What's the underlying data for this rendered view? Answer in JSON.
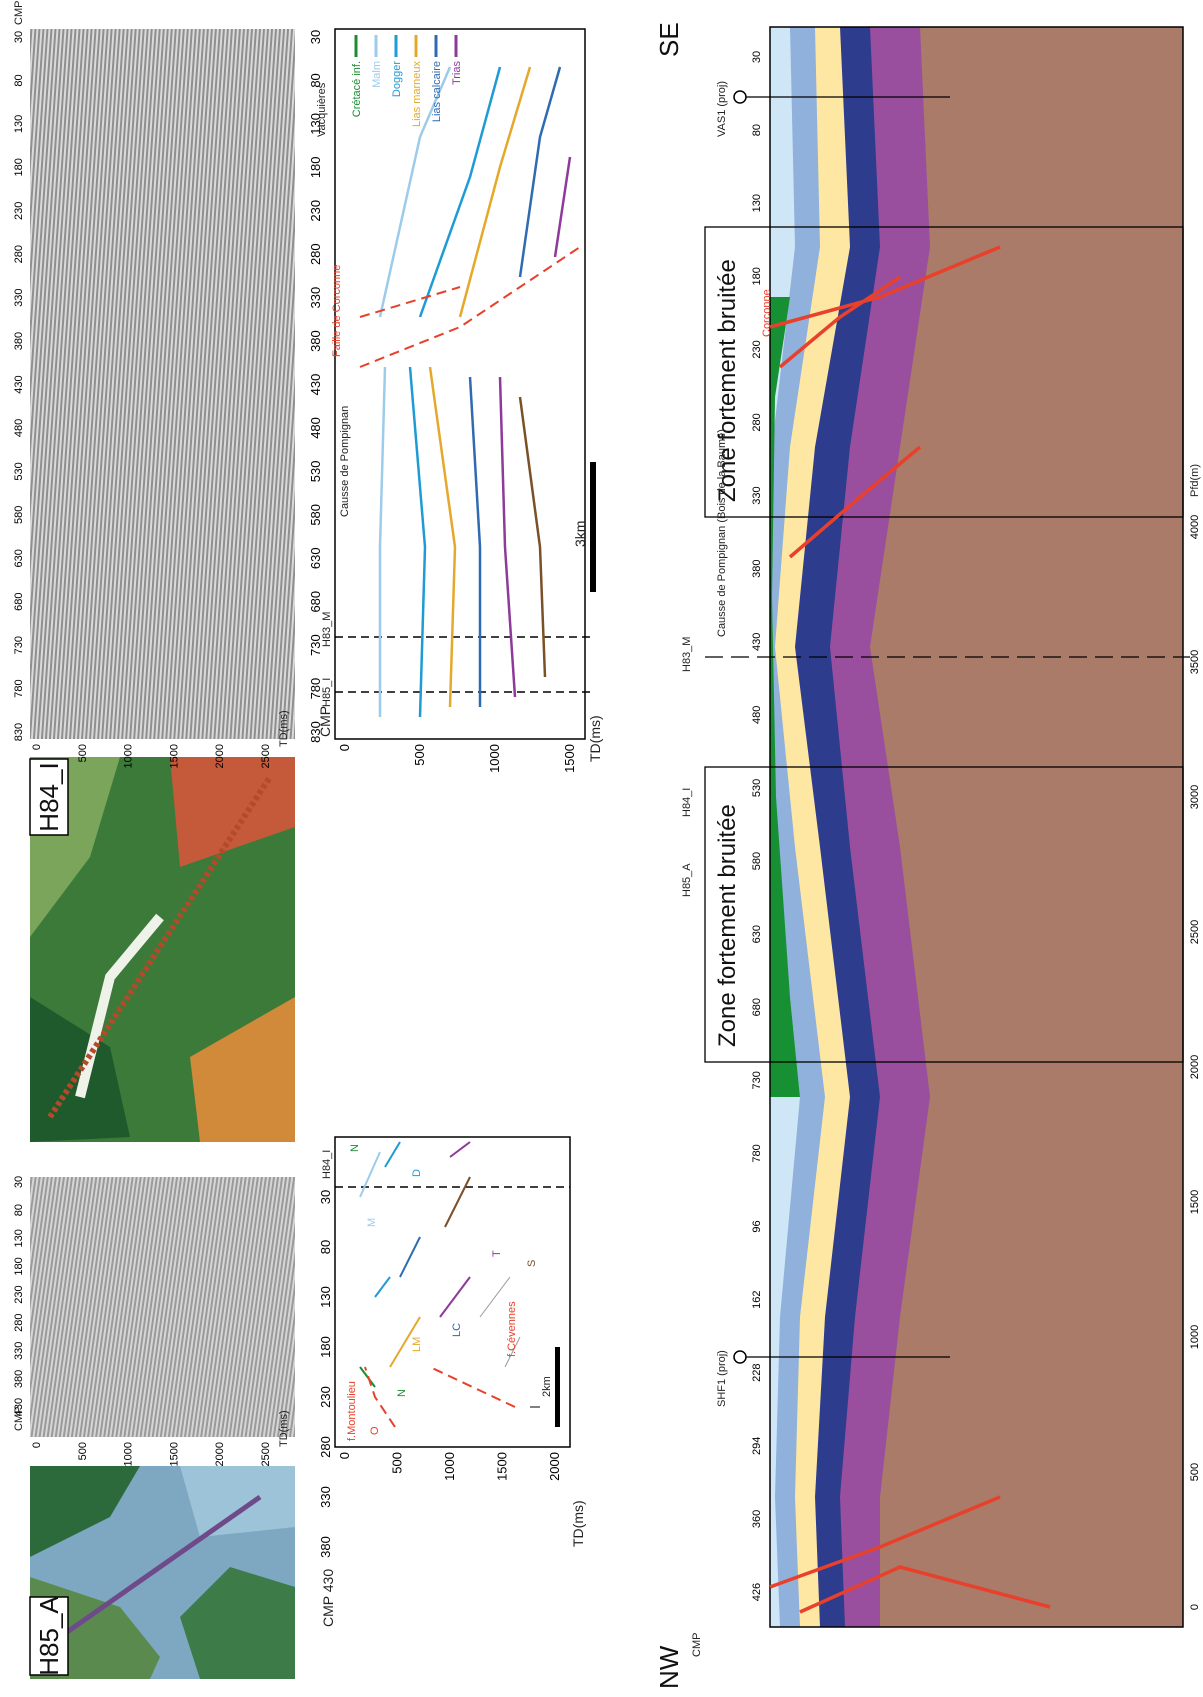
{
  "maps": {
    "h85_label": "H85_A",
    "h84_label": "H84_I"
  },
  "seismic_h85": {
    "cmp_label": "CMP",
    "cmp_ticks": [
      "430",
      "380",
      "330",
      "280",
      "230",
      "180",
      "130",
      "80",
      "30"
    ],
    "td_ticks": [
      "0",
      "500",
      "1000",
      "1500",
      "2000",
      "2500"
    ],
    "td_label": "TD(ms)"
  },
  "seismic_h84": {
    "cmp_label": "CMP",
    "cmp_ticks": [
      "830",
      "780",
      "730",
      "680",
      "630",
      "580",
      "530",
      "480",
      "430",
      "380",
      "330",
      "280",
      "230",
      "180",
      "130",
      "80",
      "30"
    ],
    "td_ticks": [
      "0",
      "500",
      "1000",
      "1500",
      "2000",
      "2500"
    ],
    "td_label": "TD(ms)"
  },
  "interp_h85": {
    "cmp_label": "CMP 430",
    "cmp_ticks": [
      "380",
      "330",
      "280",
      "230",
      "180",
      "130",
      "80",
      "30"
    ],
    "td_ticks": [
      "0",
      "500",
      "1000",
      "1500",
      "2000"
    ],
    "td_label": "TD(ms)",
    "line_label": "H84_I",
    "fault_montoulieu": "f.Montoulieu",
    "fault_cevennes": "f.Cévennes",
    "scale": "2km",
    "units": [
      "O",
      "N",
      "LM",
      "LC",
      "M",
      "T",
      "S",
      "D",
      "N"
    ]
  },
  "interp_h84": {
    "cmp_label": "CMP",
    "cmp_ticks": [
      "830",
      "780",
      "730",
      "680",
      "630",
      "580",
      "530",
      "480",
      "430",
      "380",
      "330",
      "280",
      "230",
      "180",
      "130",
      "80",
      "30"
    ],
    "td_ticks": [
      "0",
      "500",
      "1000",
      "1500"
    ],
    "td_label": "TD(ms)",
    "h85_line": "H85_I",
    "h83_line": "H83_M",
    "causse": "Causse de Pompignan",
    "faille": "Faille de Corconne",
    "vacquieres": "Vacquières",
    "scale": "3km",
    "legend": [
      {
        "label": "Crétacé inf.",
        "color": "#1e8c32"
      },
      {
        "label": "Malm",
        "color": "#9dcbea"
      },
      {
        "label": "Dogger",
        "color": "#1e9bd4"
      },
      {
        "label": "Lias marneux",
        "color": "#e6a82a"
      },
      {
        "label": "Lias calcaire",
        "color": "#2f6bb0"
      },
      {
        "label": "Trias",
        "color": "#8e3a9a"
      }
    ]
  },
  "section": {
    "nw": "NW",
    "se": "SE",
    "cmp_label": "CMP",
    "cmp_ticks": [
      "426",
      "360",
      "294",
      "228",
      "162",
      "96",
      "780",
      "730",
      "680",
      "630",
      "580",
      "530",
      "480",
      "430",
      "380",
      "330",
      "280",
      "230",
      "180",
      "130",
      "80",
      "30"
    ],
    "depth_ticks": [
      "0",
      "500",
      "1000",
      "1500",
      "2000",
      "2500",
      "3000",
      "3500",
      "4000"
    ],
    "depth_label": "Pfd(m)",
    "zone_left": "Zone fortement bruitée",
    "zone_right": "Zone fortement bruitée",
    "shf1": "SHF1 (proj)",
    "vas1": "VAS1 (proj)",
    "h85a": "H85_A",
    "h84i": "H84_I",
    "h83m": "H83_M",
    "causse": "Causse de Pompignan (Bois de la Baume)",
    "corconne": "Corconne"
  },
  "colors": {
    "cretace": "#169033",
    "malm": "#cfe6f7",
    "malm_dark": "#8fb1dc",
    "lias_m": "#fde7a3",
    "lias_c": "#2e3c8d",
    "trias": "#9a4f9e",
    "socle": "#a97b68",
    "fault": "#e8402a"
  }
}
